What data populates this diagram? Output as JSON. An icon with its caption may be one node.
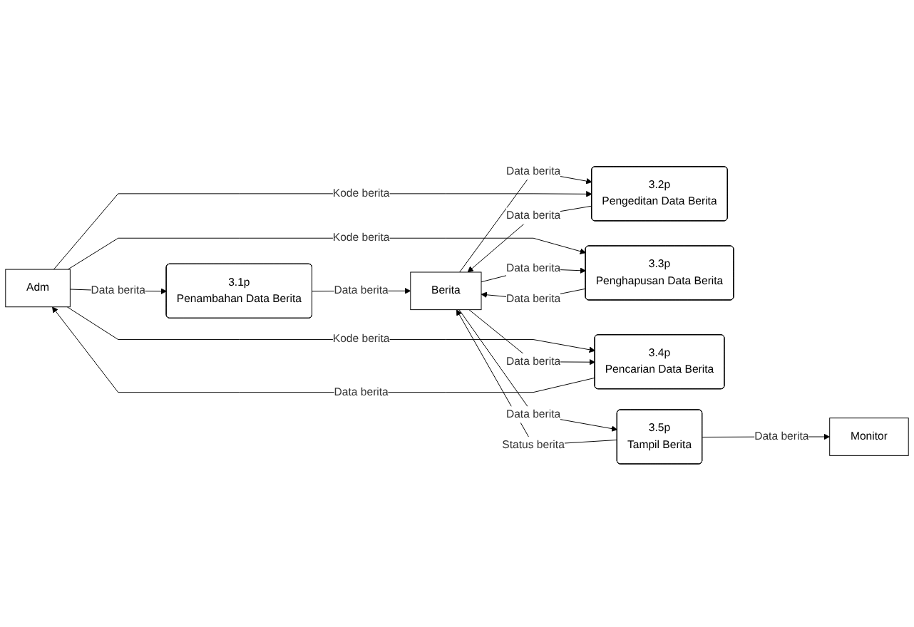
{
  "diagram": {
    "nodes": [
      {
        "text": [
          "Adm"
        ]
      },
      {
        "text": [
          "3.1p",
          "Penambahan Data Berita"
        ]
      },
      {
        "text": [
          "3.2p",
          "Pengeditan Data Berita"
        ]
      },
      {
        "text": [
          "3.3p",
          "Penghapusan Data Berita"
        ]
      },
      {
        "text": [
          "Berita"
        ]
      },
      {
        "text": [
          "3.4p",
          "Pencarian Data Berita"
        ]
      },
      {
        "text": [
          "Monitor"
        ]
      },
      {
        "text": [
          "3.5p",
          "Tampil Berita"
        ]
      }
    ],
    "edges": [
      {
        "from": 0,
        "to": 1,
        "arrow": "to",
        "label": "Data berita"
      },
      {
        "from": 1,
        "to": 4,
        "arrow": "to",
        "label": "Data berita"
      },
      {
        "from": 4,
        "to": 2,
        "arrow": "to",
        "label": "Data berita"
      },
      {
        "from": 2,
        "to": 4,
        "arrow": "to",
        "label": "Data berita"
      },
      {
        "from": 0,
        "to": 2,
        "arrow": "to",
        "label": "Kode berita"
      },
      {
        "from": 0,
        "to": 3,
        "arrow": "to",
        "label": "Kode berita"
      },
      {
        "from": 3,
        "to": 4,
        "arrow": "to",
        "label": "Data berita"
      },
      {
        "from": 4,
        "to": 3,
        "arrow": "to",
        "label": "Data berita"
      },
      {
        "from": 5,
        "to": 0,
        "arrow": "to",
        "label": "Data berita"
      },
      {
        "from": 0,
        "to": 5,
        "arrow": "to",
        "label": "Kode berita"
      },
      {
        "from": 4,
        "to": 5,
        "arrow": "to",
        "label": "Data berita"
      },
      {
        "from": 4,
        "to": 7,
        "arrow": "to",
        "label": "Data berita"
      },
      {
        "from": 7,
        "to": 4,
        "arrow": "to",
        "label": "Status berita"
      },
      {
        "from": 7,
        "to": 6,
        "arrow": "to",
        "label": "Data berita"
      }
    ]
  }
}
